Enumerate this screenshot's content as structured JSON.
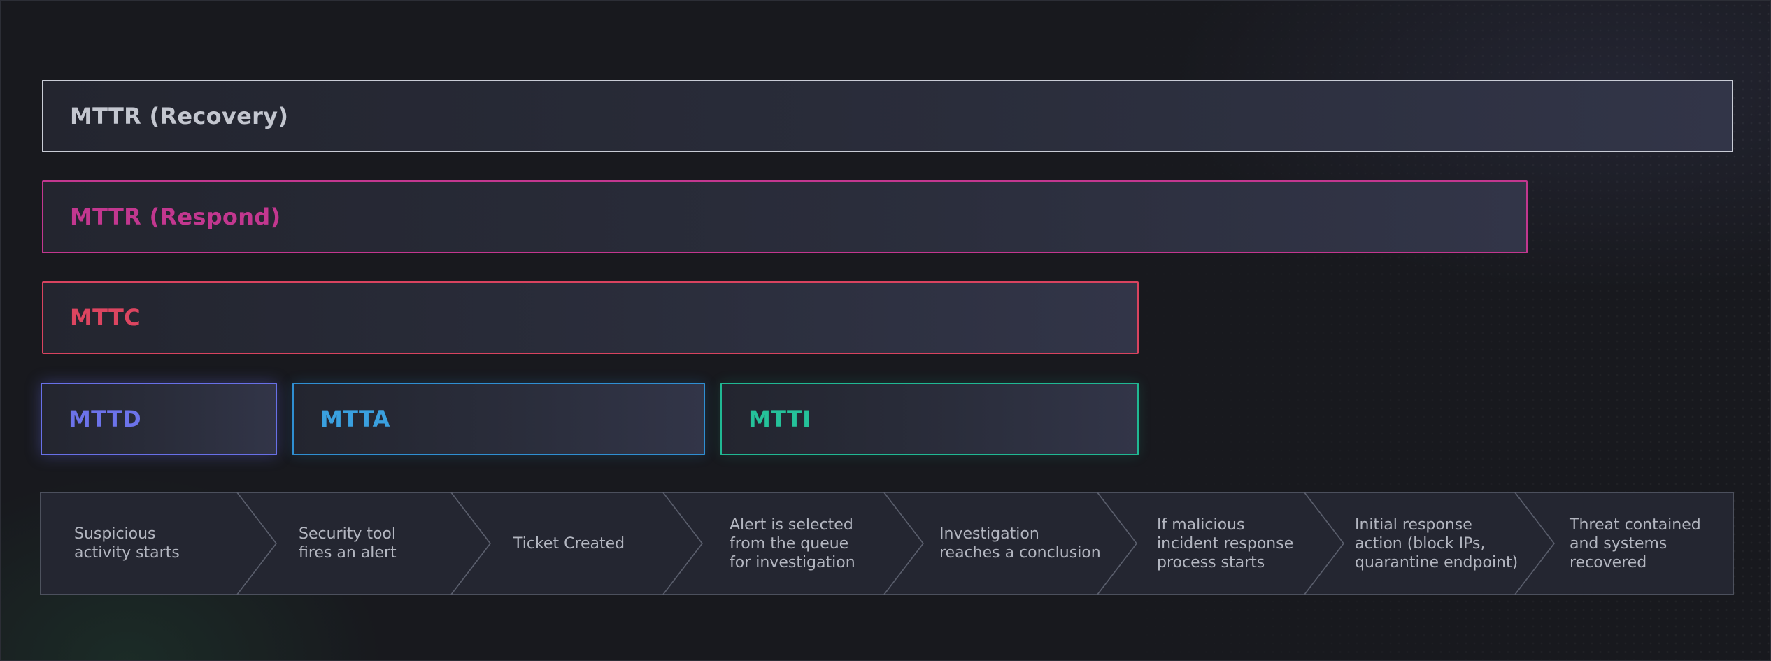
{
  "bars": {
    "recovery": "MTTR (Recovery)",
    "respond": "MTTR (Respond)",
    "mttc": "MTTC",
    "mttd": "MTTD",
    "mtta": "MTTA",
    "mtti": "MTTI"
  },
  "steps": [
    "Suspicious\nactivity starts",
    "Security tool\nfires an alert",
    "Ticket Created",
    "Alert is selected\nfrom the queue\nfor investigation",
    "Investigation\nreaches a conclusion",
    "If malicious\nincident response\nprocess starts",
    "Initial response\naction (block IPs,\nquarantine endpoint)",
    "Threat contained\nand systems\nrecovered"
  ],
  "colors": {
    "recovery": "#c9ccd6",
    "respond": "#c2378f",
    "mttc": "#d8435f",
    "mttd": "#6870e8",
    "mtta": "#2f8fd2",
    "mtti": "#20b893",
    "step_border": "#5a5e6c",
    "step_text": "#b3b6c0"
  }
}
